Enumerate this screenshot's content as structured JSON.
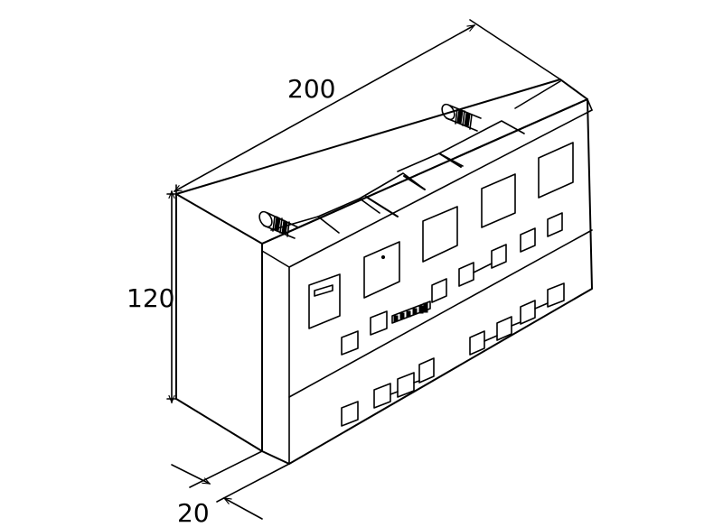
{
  "dimensions": {
    "width_label": "200",
    "height_label": "120",
    "depth_label": "20"
  }
}
